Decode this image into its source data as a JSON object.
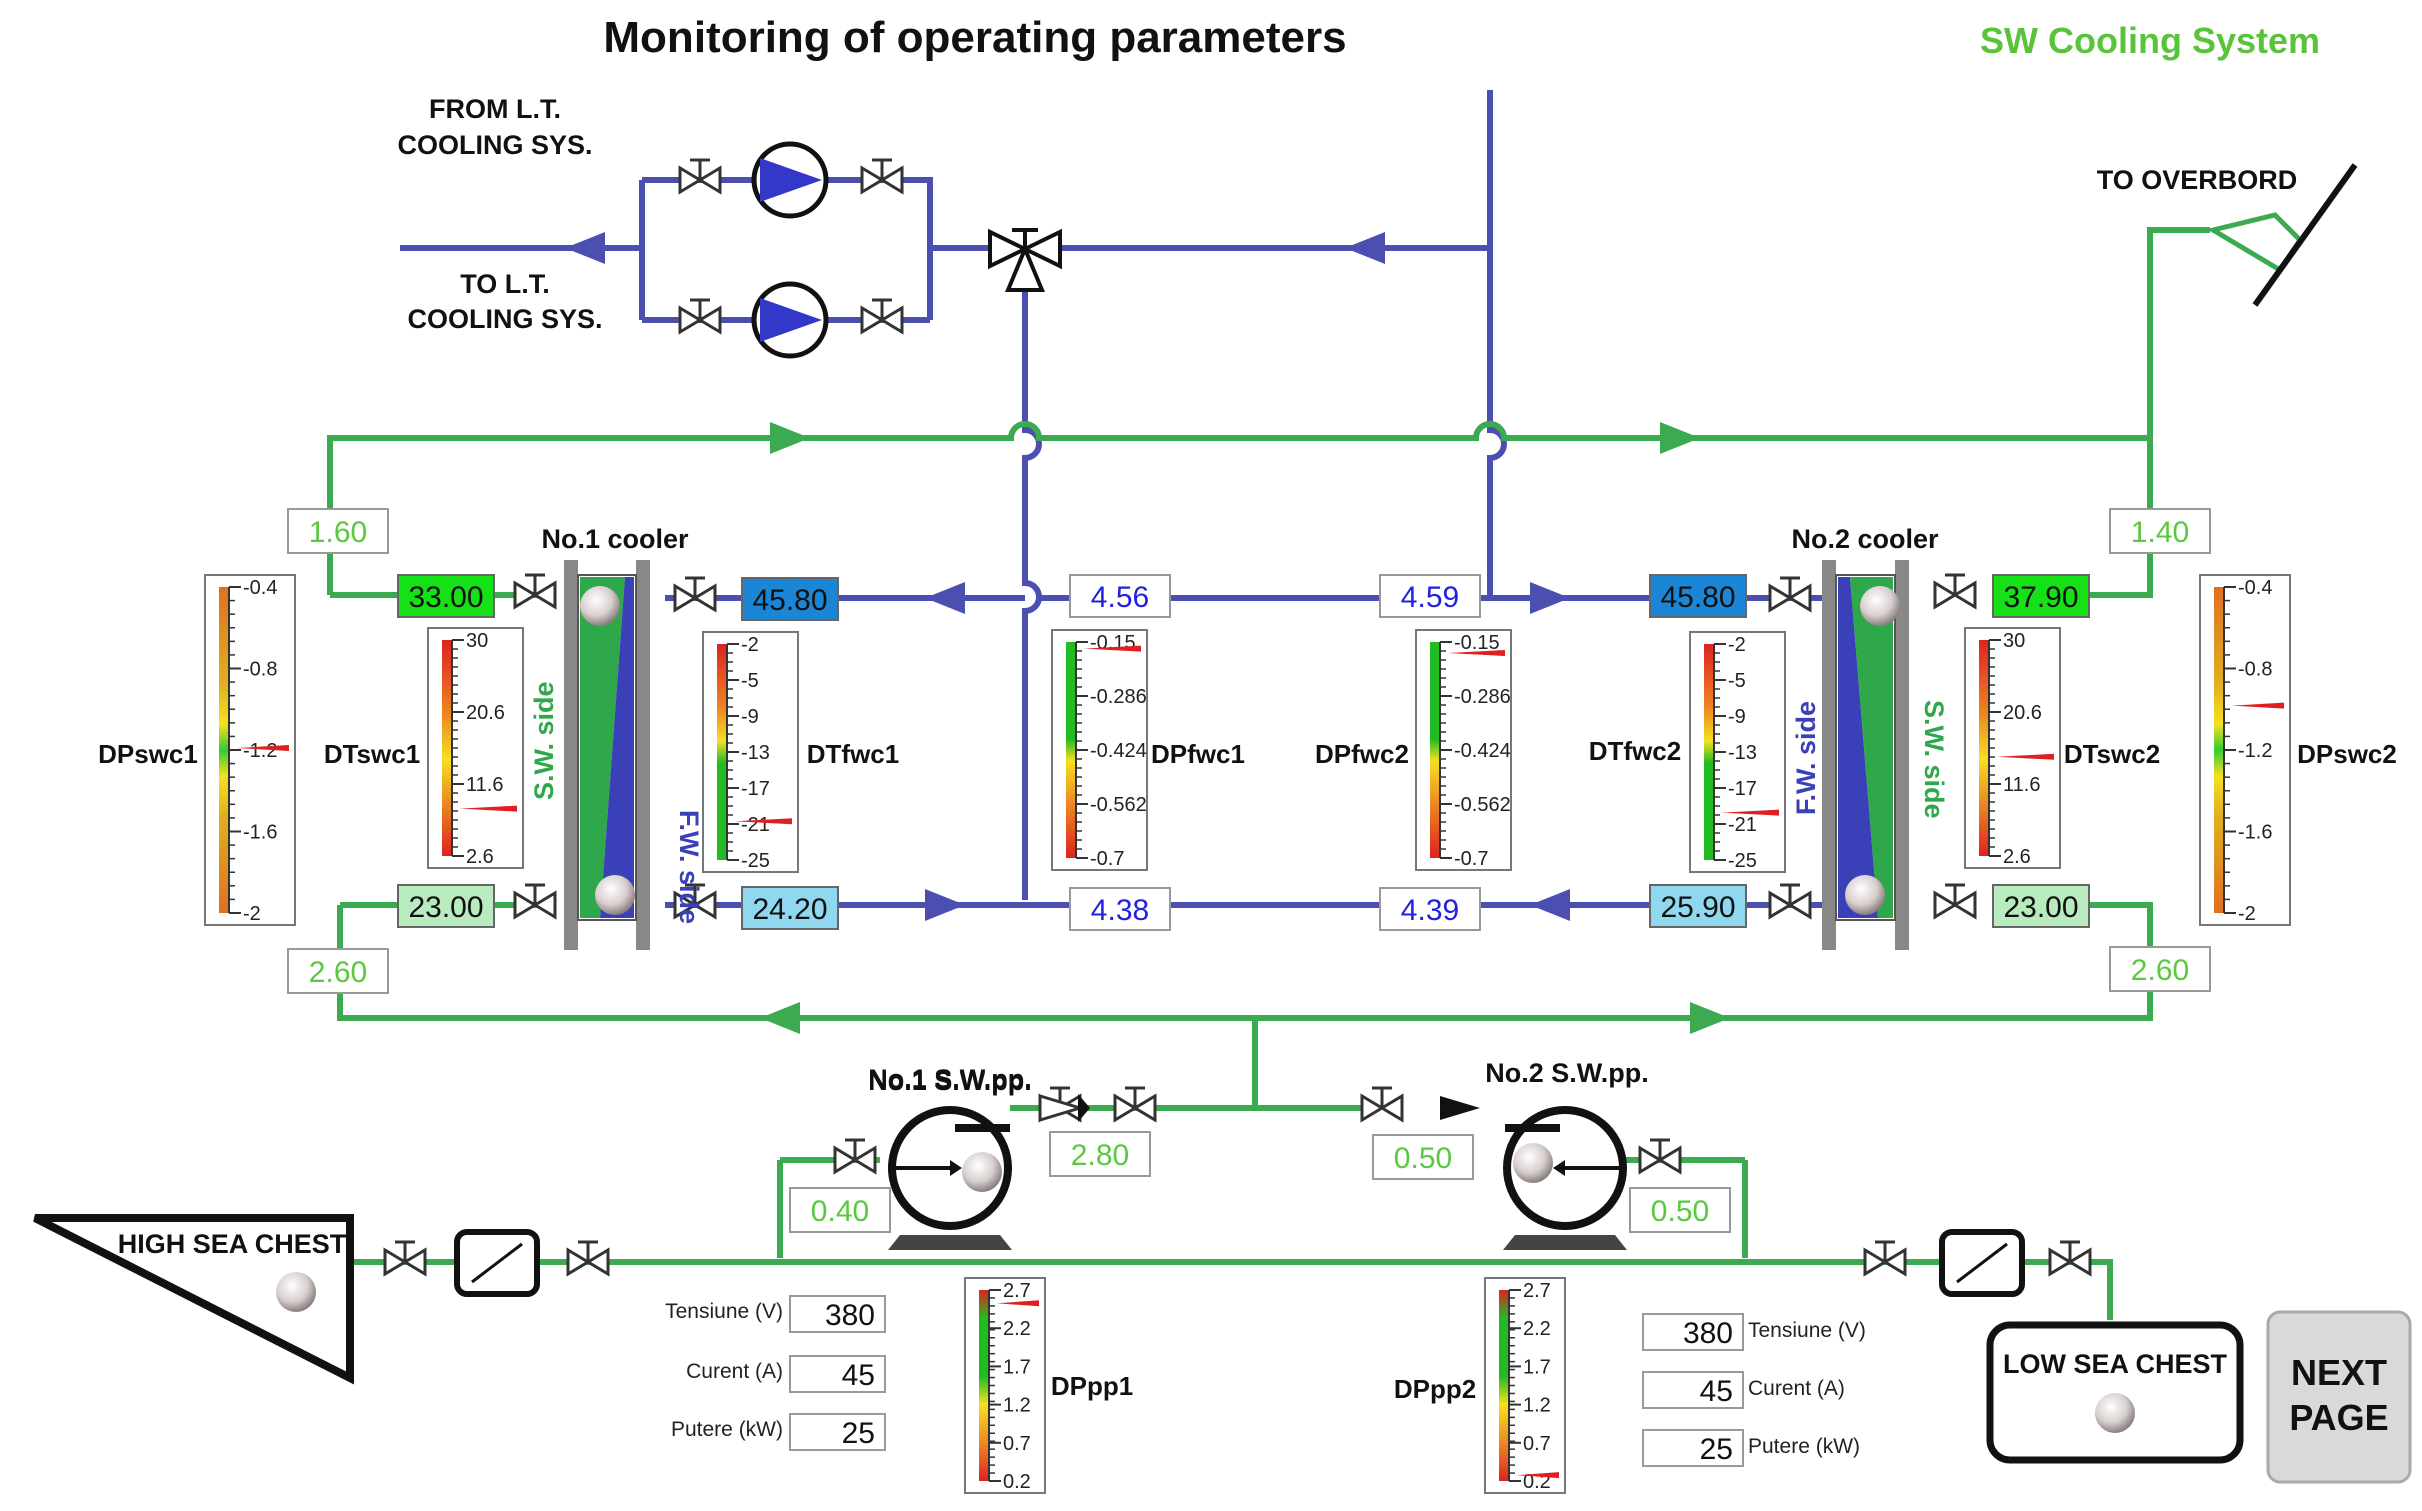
{
  "title": "Monitoring of operating parameters",
  "system_name": "SW Cooling System",
  "colors": {
    "fw_pipe": "#4a4fb0",
    "sw_pipe": "#3caa50",
    "title_green": "#59c43a",
    "value_green": "#5ac93f",
    "value_blue": "#2222dd",
    "hot_sw": "#16e016",
    "cold_sw": "#b8ecbe",
    "hot_fw": "#1b86d6",
    "cold_fw": "#8fd8ef"
  },
  "labels": {
    "from_lt_1": "FROM L.T.",
    "from_lt_2": "COOLING SYS.",
    "to_lt_1": "TO L.T.",
    "to_lt_2": "COOLING SYS.",
    "to_overbord": "TO OVERBORD",
    "cooler1": "No.1 cooler",
    "cooler2": "No.2 cooler",
    "sw_side": "S.W. side",
    "fw_side": "F.W. side",
    "pump1": "No.1 S.W.pp.",
    "pump2": "No.2 S.W.pp.",
    "high_sea_chest": "HIGH SEA CHEST",
    "low_sea_chest": "LOW SEA CHEST",
    "next_page_1": "NEXT",
    "next_page_2": "PAGE"
  },
  "values": {
    "p_sw_in1": "1.60",
    "p_sw_in2": "1.40",
    "p_sw_out1": "2.60",
    "p_sw_out2": "2.60",
    "t_sw_hot1": "33.00",
    "t_sw_cold1": "23.00",
    "t_fw_hot1": "45.80",
    "t_fw_cold1": "24.20",
    "t_sw_hot2": "37.90",
    "t_sw_cold2": "23.00",
    "t_fw_hot2": "45.80",
    "t_fw_cold2": "25.90",
    "p_fw_top1": "4.56",
    "p_fw_top2": "4.59",
    "p_fw_bot1": "4.38",
    "p_fw_bot2": "4.39",
    "p_pp1_out": "2.80",
    "p_pp1_in": "0.40",
    "p_pp2_out": "0.50",
    "p_pp2_in": "0.50"
  },
  "gauges": {
    "dpswc1": {
      "name": "DPswc1",
      "ticks": [
        "-0.4",
        "-0.8",
        "-1.2",
        "-1.6",
        "-2"
      ],
      "level": 0.5
    },
    "dtswc1": {
      "name": "DTswc1",
      "ticks": [
        "30",
        "20.6",
        "11.6",
        "2.6"
      ],
      "level": 0.79
    },
    "dtfwc1": {
      "name": "DTfwc1",
      "ticks": [
        "-2",
        "-5",
        "-9",
        "-13",
        "-17",
        "-21",
        "-25"
      ],
      "level": 0.83
    },
    "dpfwc1": {
      "name": "DPfwc1",
      "ticks": [
        "-0.15",
        "-0.286",
        "-0.424",
        "-0.562",
        "-0.7"
      ],
      "level": 0.04
    },
    "dpfwc2": {
      "name": "DPfwc2",
      "ticks": [
        "-0.15",
        "-0.286",
        "-0.424",
        "-0.562",
        "-0.7"
      ],
      "level": 0.06
    },
    "dtfwc2": {
      "name": "DTfwc2",
      "ticks": [
        "-2",
        "-5",
        "-9",
        "-13",
        "-17",
        "-21",
        "-25"
      ],
      "level": 0.79
    },
    "dtswc2": {
      "name": "DTswc2",
      "ticks": [
        "30",
        "20.6",
        "11.6",
        "2.6"
      ],
      "level": 0.55
    },
    "dpswc2": {
      "name": "DPswc2",
      "ticks": [
        "-0.4",
        "-0.8",
        "-1.2",
        "-1.6",
        "-2"
      ],
      "level": 0.37
    },
    "dppp1": {
      "name": "DPpp1",
      "ticks": [
        "2.7",
        "2.2",
        "1.7",
        "1.2",
        "0.7",
        "0.2"
      ],
      "level": 0.08
    },
    "dppp2": {
      "name": "DPpp2",
      "ticks": [
        "2.7",
        "2.2",
        "1.7",
        "1.2",
        "0.7",
        "0.2"
      ],
      "level": 0.98
    }
  },
  "electrical": {
    "pump1": {
      "voltage_label": "Tensiune (V)",
      "voltage": "380",
      "current_label": "Curent (A)",
      "current": "45",
      "power_label": "Putere (kW)",
      "power": "25"
    },
    "pump2": {
      "voltage_label": "Tensiune (V)",
      "voltage": "380",
      "current_label": "Curent (A)",
      "current": "45",
      "power_label": "Putere (kW)",
      "power": "25"
    }
  }
}
